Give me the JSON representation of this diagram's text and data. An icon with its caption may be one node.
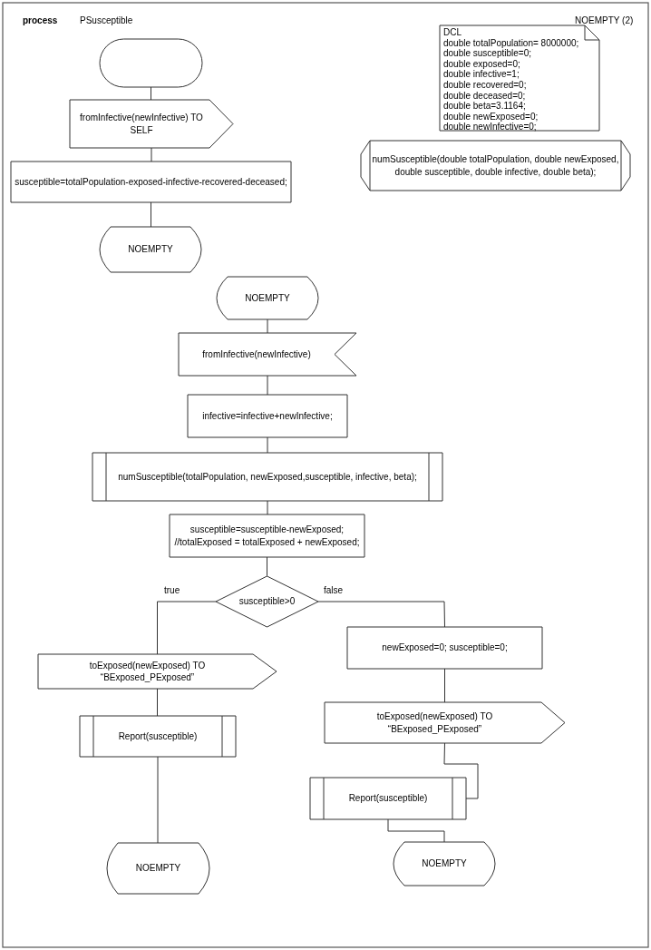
{
  "diagram": {
    "nodes": [
      {
        "text": [],
        "shape": "capsule"
      },
      {
        "text": [
          "fromInfective(newInfective) TO SELF"
        ]
      },
      {
        "text": [
          "susceptible=totalPopulation-exposed-infective-recovered-deceased;"
        ]
      },
      {
        "text": [
          "NOEMPTY"
        ]
      },
      {
        "text": [
          "DCL",
          "double totalPopulation= 8000000;",
          "double susceptible=0;",
          "double exposed=0;",
          "double infective=1;",
          "double recovered=0;",
          "double deceased=0;",
          "double beta=3.1164;",
          "double newExposed=0;",
          "double newInfective=0;"
        ]
      },
      {
        "text": [
          "numSusceptible(double totalPopulation, double newExposed, double susceptible, double infective, double beta);"
        ]
      },
      {
        "text": [
          "NOEMPTY"
        ]
      },
      {
        "text": [
          "fromInfective(newInfective)"
        ]
      },
      {
        "text": [
          "infective=infective+newInfective;"
        ]
      },
      {
        "text": [
          "numSusceptible(totalPopulation, newExposed,susceptible, infective, beta);"
        ]
      },
      {
        "text": [
          "susceptible=susceptible-newExposed; //totalExposed = totalExposed + newExposed;"
        ]
      },
      {
        "text": [
          "susceptible>0"
        ]
      },
      {
        "text": [
          "toExposed(newExposed) TO “BExposed_PExposed”"
        ]
      },
      {
        "text": [
          "newExposed=0; susceptible=0;"
        ]
      },
      {
        "text": [
          "Report(susceptible)"
        ]
      },
      {
        "text": [
          "toExposed(newExposed) TO “BExposed_PExposed”"
        ]
      },
      {
        "text": [
          "Report(susceptible)"
        ]
      },
      {
        "text": [
          "NOEMPTY"
        ]
      },
      {
        "text": [
          "NOEMPTY"
        ]
      }
    ],
    "edges": [
      {
        "from": 0,
        "to": 1,
        "arrow": "none"
      },
      {
        "from": 1,
        "to": 2,
        "arrow": "none"
      },
      {
        "from": 2,
        "to": 3,
        "arrow": "none"
      },
      {
        "from": 6,
        "to": 7,
        "arrow": "none"
      },
      {
        "from": 7,
        "to": 8,
        "arrow": "none"
      },
      {
        "from": 8,
        "to": 9,
        "arrow": "none"
      },
      {
        "from": 9,
        "to": 10,
        "arrow": "none"
      },
      {
        "from": 10,
        "to": 11,
        "arrow": "none"
      },
      {
        "from": 11,
        "to": 12,
        "arrow": "none",
        "label": "true"
      },
      {
        "from": 11,
        "to": 13,
        "arrow": "none",
        "label": "false"
      },
      {
        "from": 12,
        "to": 14,
        "arrow": "none"
      },
      {
        "from": 14,
        "to": 17,
        "arrow": "none"
      },
      {
        "from": 13,
        "to": 15,
        "arrow": "none"
      },
      {
        "from": 15,
        "to": 16,
        "arrow": "none"
      },
      {
        "from": 16,
        "to": 18,
        "arrow": "none"
      }
    ],
    "labels": [
      "process",
      "PSusceptible",
      "NOEMPTY (2)"
    ]
  }
}
